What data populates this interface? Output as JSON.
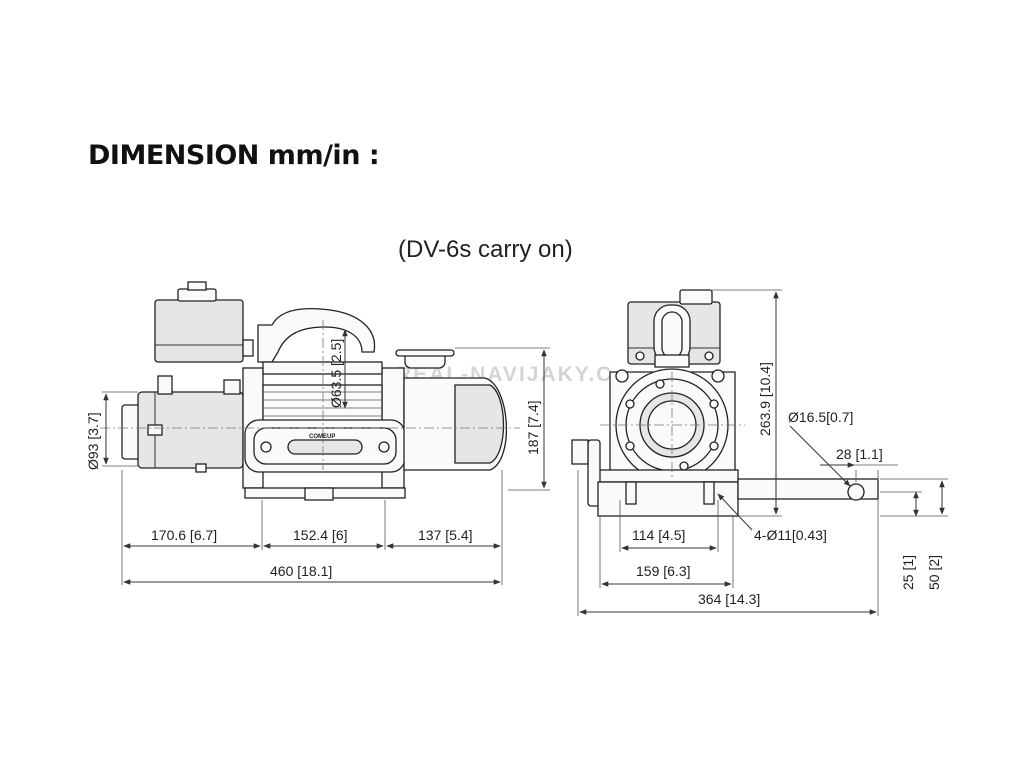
{
  "title": "DIMENSION mm/in :",
  "subtitle": "(DV-6s carry on)",
  "watermark": "REAL-NAVIJAKY.C",
  "plate_label": "COMEUP",
  "side_view": {
    "dims": {
      "motor_len": "170.6 [6.7]",
      "drum_len": "152.4 [6]",
      "gear_len": "137 [5.4]",
      "total_len": "460 [18.1]",
      "motor_dia": "Ø93 [3.7]",
      "drum_dia": "Ø63.5 [2.5]",
      "height": "187 [7.4]"
    }
  },
  "end_view": {
    "dims": {
      "total_height": "263.9 [10.4]",
      "pin_hole": "Ø16.5[0.7]",
      "hole_offset": "28 [1.1]",
      "bolt_spacing": "114 [4.5]",
      "bolt_holes": "4-Ø11[0.43]",
      "base_width": "159 [6.3]",
      "total_width": "364 [14.3]",
      "hitch_25": "25 [1]",
      "hitch_50": "50 [2]"
    }
  }
}
